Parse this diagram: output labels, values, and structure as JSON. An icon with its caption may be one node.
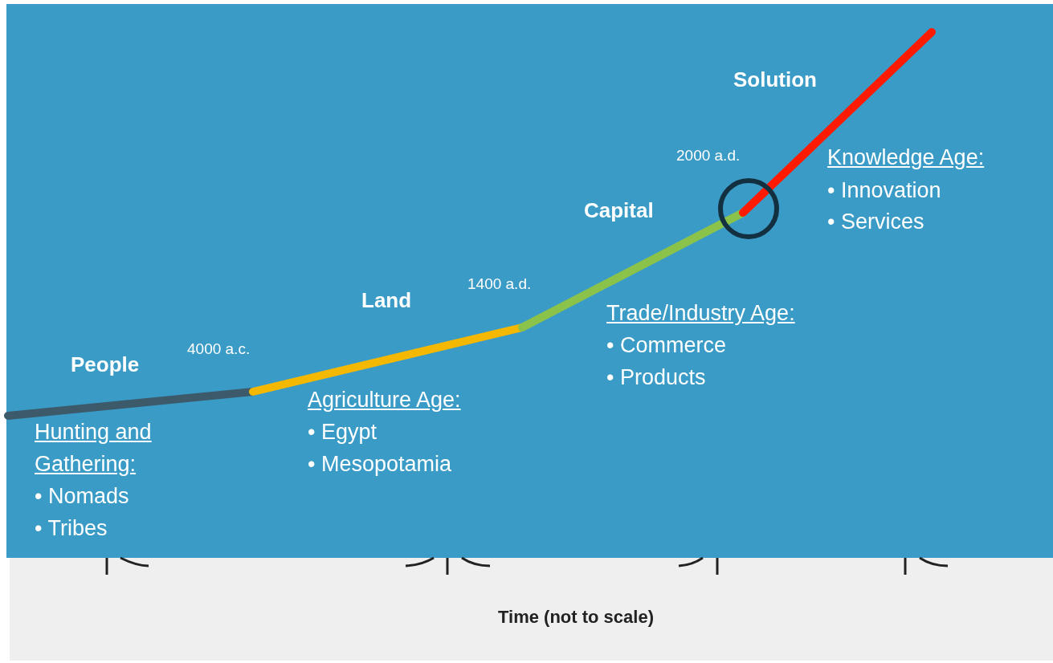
{
  "diagram": {
    "labels": [
      "Solution",
      "2000 a.d.",
      "Knowledge Age:",
      "• Innovation",
      "• Services",
      "Capital",
      "1400 a.d.",
      "Land",
      "Trade/Industry Age:",
      "• Commerce",
      "• Products",
      "4000 a.c.",
      "People",
      "Agriculture Age:",
      "• Egypt",
      "• Mesopotamia",
      "Hunting and Gathering:",
      "• Nomads",
      "• Tribes",
      "Time (not to scale)"
    ]
  }
}
